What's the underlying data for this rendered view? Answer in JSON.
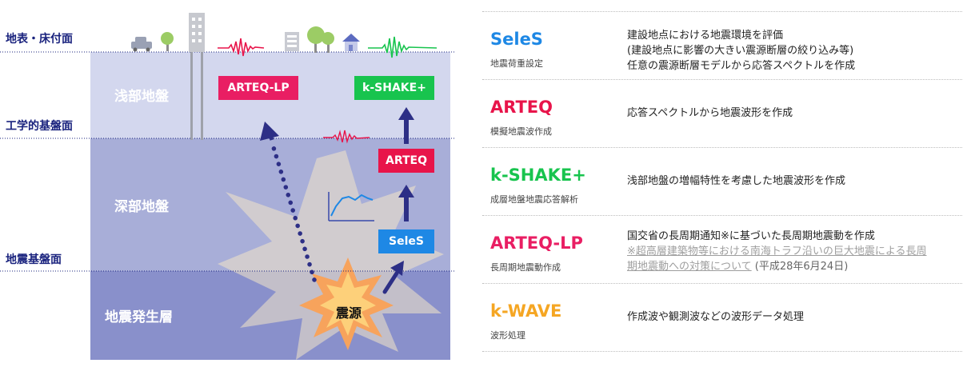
{
  "diagram": {
    "boundaries": {
      "surface": "地表・床付面",
      "engineering_bedrock": "工学的基盤面",
      "seismic_bedrock": "地震基盤面"
    },
    "layers": {
      "shallow": "浅部地盤",
      "deep": "深部地盤",
      "seismogenic": "地震発生層"
    },
    "tags": {
      "arteq_lp": "ARTEQ-LP",
      "kshake": "k-SHAKE+",
      "arteq": "ARTEQ",
      "seles": "SeleS"
    },
    "hypocenter": "震源",
    "colors": {
      "shallow": "#d5d9ef",
      "deep": "#a9afd9",
      "seismogenic": "#8a92cc",
      "arrow": "#3a3f9c",
      "seles": "#1e88e5",
      "arteq": "#e8144a",
      "kshake": "#18c44e",
      "arteq_lp": "#e91e63",
      "kwave": "#f5a623"
    }
  },
  "products": [
    {
      "name": "SeleS",
      "color": "#1e88e5",
      "subtitle": "地震荷重設定",
      "lines": [
        "建設地点における地震環境を評価",
        "(建設地点に影響の大きい震源断層の絞り込み等)",
        "任意の震源断層モデルから応答スペクトルを作成"
      ]
    },
    {
      "name": "ARTEQ",
      "color": "#e8144a",
      "subtitle": "模擬地震波作成",
      "lines": [
        "応答スペクトルから地震波形を作成"
      ]
    },
    {
      "name": "k-SHAKE+",
      "color": "#18c44e",
      "subtitle": "成層地盤地震応答解析",
      "lines": [
        "浅部地盤の増幅特性を考慮した地震波形を作成"
      ]
    },
    {
      "name": "ARTEQ-LP",
      "color": "#e91e63",
      "subtitle": "長周期地震動作成",
      "line1": "国交省の長周期通知※に基づいた長周期地震動を作成",
      "link_line1": "※超高層建築物等における南海トラフ沿いの巨大地震による長周",
      "link_line2": "期地震動への対策について",
      "note": "(平成28年6月24日)"
    },
    {
      "name": "k-WAVE",
      "color": "#f5a623",
      "subtitle": "波形処理",
      "lines": [
        "作成波や観測波などの波形データ処理"
      ]
    }
  ]
}
